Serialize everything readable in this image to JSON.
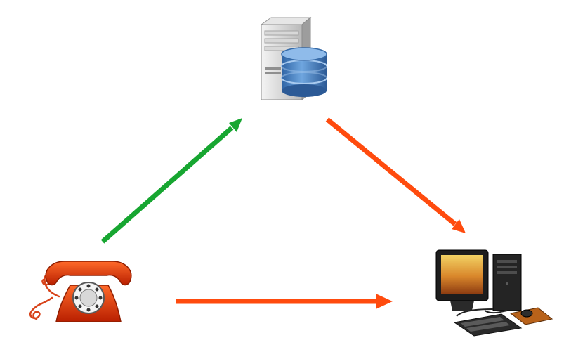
{
  "diagram": {
    "nodes": [
      {
        "id": "server",
        "icon": "database-server-icon"
      },
      {
        "id": "phone",
        "icon": "rotary-telephone-icon"
      },
      {
        "id": "computer",
        "icon": "desktop-computer-icon"
      }
    ],
    "edges": [
      {
        "from": "phone",
        "to": "server",
        "color": "#17a631"
      },
      {
        "from": "server",
        "to": "computer",
        "color": "#ff4b0e"
      },
      {
        "from": "phone",
        "to": "computer",
        "color": "#ff4b0e"
      }
    ]
  }
}
